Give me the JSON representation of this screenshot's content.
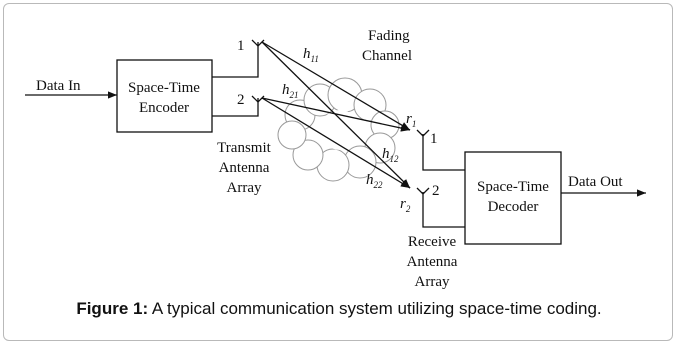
{
  "diagram": {
    "input_label": "Data In",
    "encoder": {
      "line1": "Space-Time",
      "line2": "Encoder"
    },
    "decoder": {
      "line1": "Space-Time",
      "line2": "Decoder"
    },
    "output_label": "Data Out",
    "channel": {
      "line1": "Fading",
      "line2": "Channel"
    },
    "tx_antenna_1": "1",
    "tx_antenna_2": "2",
    "rx_antenna_1": "1",
    "rx_antenna_2": "2",
    "tx_array": {
      "line1": "Transmit",
      "line2": "Antenna",
      "line3": "Array"
    },
    "rx_array": {
      "line1": "Receive",
      "line2": "Antenna",
      "line3": "Array"
    },
    "gains": {
      "h11": {
        "base": "h",
        "sub": "11"
      },
      "h21": {
        "base": "h",
        "sub": "21"
      },
      "h12": {
        "base": "h",
        "sub": "12"
      },
      "h22": {
        "base": "h",
        "sub": "22"
      }
    },
    "rx_signals": {
      "r1": {
        "base": "r",
        "sub": "1"
      },
      "r2": {
        "base": "r",
        "sub": "2"
      }
    }
  },
  "caption": {
    "label": "Figure 1:",
    "text": " A typical communication system utilizing space-time coding."
  }
}
